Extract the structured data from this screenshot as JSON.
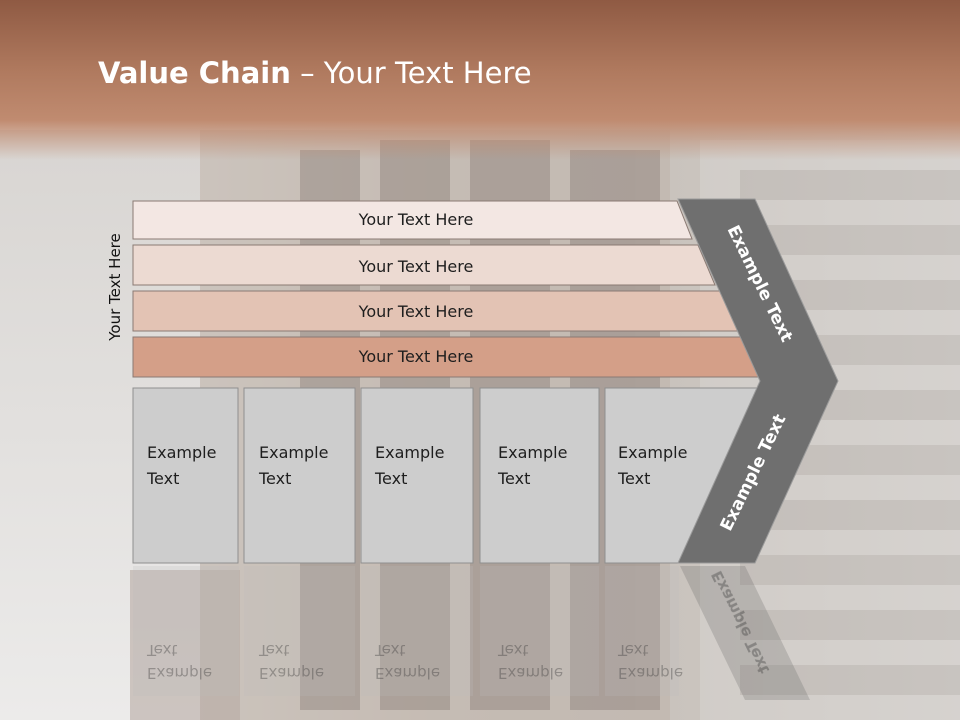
{
  "title": {
    "bold": "Value Chain",
    "rest": " – Your Text Here"
  },
  "side_label": "Your Text Here",
  "rows": [
    {
      "label": "Your Text Here",
      "color": "#f3e7e3"
    },
    {
      "label": "Your Text Here",
      "color": "#ecdad2"
    },
    {
      "label": "Your Text Here",
      "color": "#e3c3b4"
    },
    {
      "label": "Your Text Here",
      "color": "#d49f88"
    }
  ],
  "boxes": [
    {
      "line1": "Example",
      "line2": "Text"
    },
    {
      "line1": "Example",
      "line2": "Text"
    },
    {
      "line1": "Example",
      "line2": "Text"
    },
    {
      "line1": "Example",
      "line2": "Text"
    },
    {
      "line1": "Example",
      "line2": "Text"
    }
  ],
  "chevron": {
    "upper": "Example Text",
    "lower": "Example Text",
    "color": "#6f6f6f"
  },
  "box_color": "#cdcdcd",
  "stroke_color": "#8a7a73"
}
